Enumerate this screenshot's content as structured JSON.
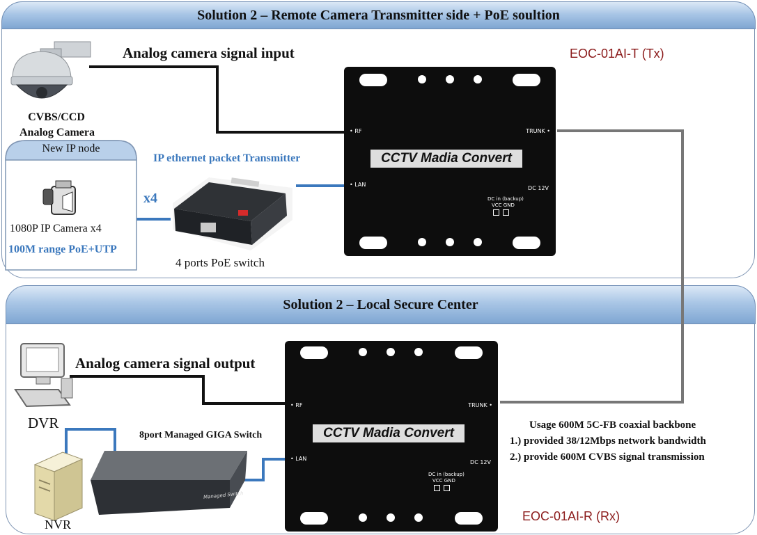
{
  "top": {
    "banner": "Solution 2 –  Remote Camera  Transmitter side + PoE soultion",
    "analog_input": "Analog camera signal input",
    "camera_label_1": "CVBS/CCD",
    "camera_label_2": "Analog Camera",
    "ip_node_title": "New IP node",
    "ip_camera": "1080P IP Camera x4",
    "poe_range": "100M range PoE+UTP",
    "multiplier": "x4",
    "ip_transmitter": "IP ethernet packet Transmitter",
    "poe_switch": "4 ports PoE switch",
    "model": "EOC-01AI-T (Tx)",
    "converter": {
      "title": "CCTV Madia Convert",
      "rf": "RF",
      "lan": "LAN",
      "trunk": "TRUNK",
      "dc": "DC 12V",
      "dc_backup": "DC in (backup)",
      "vcc_gnd": "VCC GND"
    }
  },
  "bottom": {
    "banner": "Solution 2  –  Local Secure Center",
    "analog_output": "Analog camera signal output",
    "dvr": "DVR",
    "nvr": "NVR",
    "switch_label": "8port Managed GIGA Switch",
    "switch_badge": "Managed Switch",
    "model": "EOC-01AI-R (Rx)",
    "usage_1": "Usage 600M 5C-FB coaxial backbone",
    "usage_2": "1.) provided 38/12Mbps network bandwidth",
    "usage_3": "2.) provide 600M CVBS signal transmission",
    "converter": {
      "title": "CCTV Madia Convert",
      "rf": "RF",
      "lan": "LAN",
      "trunk": "TRUNK",
      "dc": "DC 12V",
      "dc_backup": "DC in (backup)",
      "vcc_gnd": "VCC GND"
    }
  },
  "colors": {
    "banner": "#9dbde2",
    "panel_border": "#7f95b3",
    "blue_cable": "#3b78bd",
    "coax": "#777777",
    "model": "#8b1a1a",
    "highlight": "#3b78bd"
  }
}
